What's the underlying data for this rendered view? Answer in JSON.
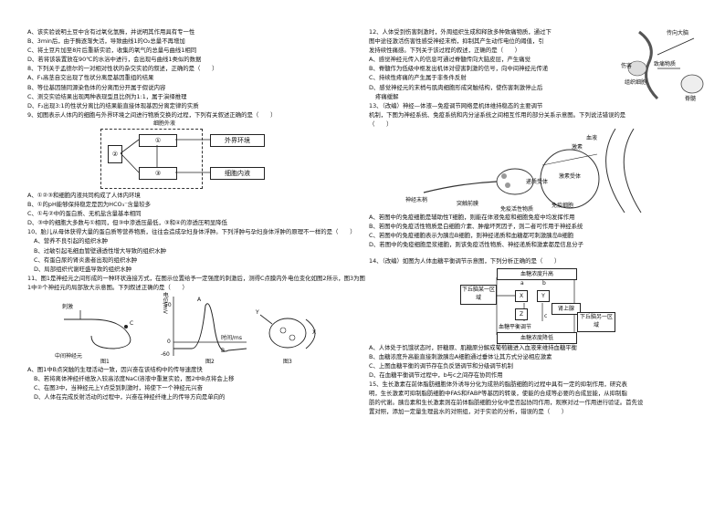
{
  "left_column": {
    "lines_a": [
      "A、该实验说明土豆中含有过氧化氢酶，并说明其作用具有专一性",
      "B、3min后，由于酶逐渐失活，导致曲线1的O₂总量不再增加",
      "C、将土豆片加至8片后重新实验，收集的氧气的总量与曲线1相同",
      "D、若将该装置放在90℃的水浴中进行，会出现与曲线1类似的数据",
      "8、下列关于孟德尔的一对相对性状的杂交实验的叙述，正确的是（　　）",
      "A、F₁高茎自交出现了性状分离是基因重组的结果",
      "B、等位基因随同源染色体的分离而分开属于假说内容",
      "C、测交实验结果出现两种表现型且比例为1:1，属于演绎推理",
      "D、F₂出现3:1的性状分离比的结果能直接体现基因分离定律的实质",
      "9、如图表示人体内的细胞与外界环境之间进行物质交换的过程，下列有关叙述正确的是（　　）"
    ],
    "fig9": {
      "top_label": "细胞外液",
      "box_out": "外界环境",
      "box_in": "细胞内液",
      "n1": "①",
      "n2": "②",
      "n3": "③"
    },
    "lines_b": [
      "A、①②③和细胞内液共同构成了人体内环境",
      "B、①的pH能够保持稳定是因为HCO₃⁻含量较多",
      "C、①与②中的蛋白质、无机盐含量基本相同",
      "D、③中的细胞大多数与①相同，但③中渗透压最低，③和④的渗透压明显降低",
      "10、胎儿从母体获得大量的蛋白质等营养物质，往往会造成孕妇身体浮肿。下列浮肿与孕妇身体浮肿的原理不一样的是（　　）",
      "A、营养不良引起的组织水肿",
      "B、过敏引起毛细血管壁通透性增大导致的组织水肿",
      "C、有蛋白尿的肾炎患者出现的组织水肿",
      "D、局部组织代谢旺盛导致的组织水肿",
      "11、图1是神经元之间形成的一种环状连接方式，在图示位置给予一定强度的刺激后，测得C点膜内外电位变化如图2所示，图3为图1中②个神经元的局部放大示意图。下列叙述正确的是（　　）"
    ],
    "fig11": {
      "stimulus": "刺激",
      "middle_neuron": "中间神经元",
      "point_c": "C",
      "y_axis": "电位/mV",
      "x_axis": "时间/ms",
      "t_50": "50",
      "t_0": "0",
      "t_m60": "-60",
      "cap1": "图1",
      "cap2": "图2",
      "cap3": "图3",
      "pA": "A",
      "pB": "B",
      "pX": "X",
      "pY": "Y"
    },
    "lines_c": [
      "A、图1中B点突触的生理活动一致，因兴奋在该结构中的传导速度快",
      "B、若将离体神经纤维放入较高浓度NaCl溶液中重复实验，图2中B点将会上移",
      "C、在图3中，当神经元上Y点受到刺激时，将使下一个神经元兴奋",
      "D、人体在完成反射活动的过程中，兴奋在神经纤维上的传导方向是单向的"
    ]
  },
  "right_column": {
    "lines_a": [
      "12、人体受到伤害刺激时，外周组织生成和释放多种致痛物质，通过下",
      "图中途径激活伤害性感受神经末梢，抑制其产生动作电位的阈值，引",
      "发持续性痛感。下列关于该过程的叙述，正确的是（　　）",
      "A、感觉神经元传入的信息可通过脊髓传向大脑皮层，产生痛觉",
      "B、脊髓作为低级中枢发出机体对侵害刺激的信号，向中间神经元传递",
      "C、持续性疼痛的产生属于非条件反射",
      "D、感觉神经元的末梢与肌肉细胞形成突触结构，使伤害刺激停止后",
      "疼痛缓解",
      "13、（改编）神经—体液—免疫调节网络是机体维持稳态的主要调节",
      "机制，下图为神经系统、免疫系统和内分泌系统之间相互作用的部分关系示意图。下列说法错误的是",
      "（　　）"
    ],
    "fig12": {
      "tissue_cells": "组织细胞",
      "drug_label": "致痛物质",
      "injury": "伤害",
      "spinal": "脊髓",
      "to_brain": "传向大脑"
    },
    "fig13": {
      "blood": "血液",
      "hormone": "激素",
      "hormone_receptor": "激素受体",
      "transmitter_receptor": "递质受体",
      "immune_cell": "免疫细胞",
      "nerve_end": "神经末梢",
      "synaptic_vesicle": "突触前膜",
      "immune_active": "免疫活性物质"
    },
    "lines_b": [
      "A、若图中的免疫细胞是辅助性T细胞，则能在体液免疫和细胞免疫中均发挥作用",
      "B、若图中的免疫活性物质是白细胞介素、肿瘤坏死因子，则二者可作用于神经系统",
      "C、若图中的免疫细胞表示为胰岛B细胞，则神经递质和血糖都可刺激胰岛B细胞",
      "D、若图中的免疫细胞是浆细胞，则该免疫活性物质、神经递质和激素都是信息分子",
      "14、（改编）如图为人体血糖平衡调节示意图，下列分析正确的是（　　）"
    ],
    "fig14": {
      "rise": "血糖浓度升高",
      "fall": "血糖浓度降低",
      "hypo_l": "下丘脑某一区域",
      "hypo_r": "下丘脑另一区域",
      "adrenal": "肾上腺",
      "center": "血糖平衡调节",
      "x": "X",
      "y": "Y",
      "z": "Z",
      "a": "a",
      "b": "b",
      "c": "c"
    },
    "lines_c": [
      "A、人体处于饥饿状态时，肝糖原、肌糖原分解成葡萄糖进入血液来维持血糖平衡",
      "B、血糖浓度升高能直接刺激胰岛A细胞通过垂体让其方式分泌相应激素",
      "C、上图血糖平衡的调节存在负反馈调节和分级调节机制",
      "D、在血糖平衡调节过程中，b与c之间存在协同作用",
      "15、生长激素在前体脂肪细胞体外诱导分化为成熟的脂肪细胞的过程中具有一定的抑制作用，研究表",
      "明，生长激素可抑制脂肪细胞中FAS和FABP等基因的转录，使能的合成等必要的合成显能，从抑制脂",
      "肪的代谢。胰岛素和生长激素则在前体脂肪细胞分化中是否起协同作用，观察对过一作用进行验证。首先设",
      "置对照，添加一定量生理盐水的对照组，对于实验的分析，错误的是（　　）"
    ]
  }
}
